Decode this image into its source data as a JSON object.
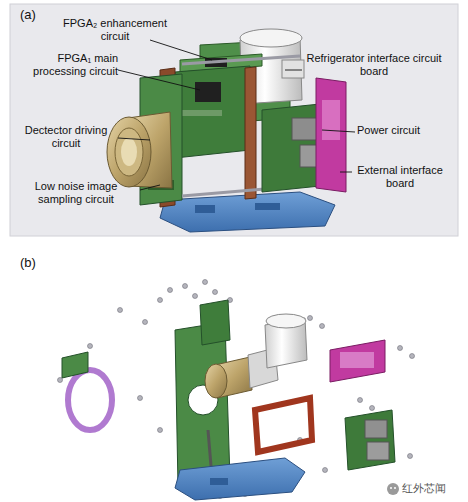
{
  "diagram": {
    "labels": [
      "(a)",
      "FPGA₂ enhancement circuit",
      "FPGA₁ main processing circuit",
      "Refrigerator interface circuit board",
      "Dectector driving circuit",
      "Power circuit",
      "External interface board",
      "Low noise image sampling circuit",
      "(b)",
      "红外芯闻"
    ]
  }
}
